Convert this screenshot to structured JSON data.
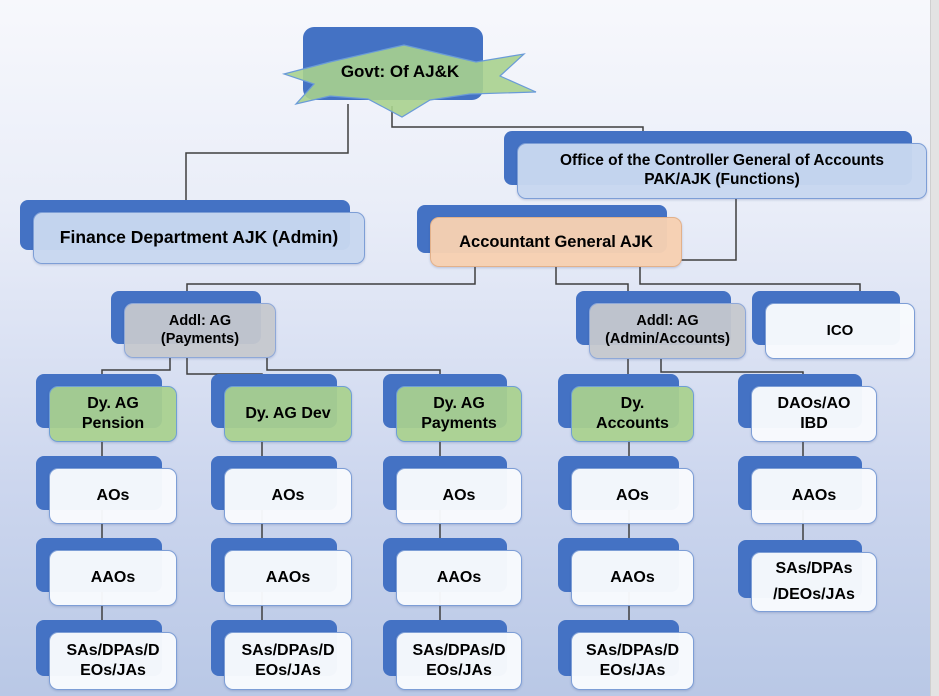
{
  "title": "Government of AJ&K Accounts Organization Chart",
  "colors": {
    "shadow_blue": "#4472c4",
    "light_blue_fill": "#c7d7f0",
    "peach_fill": "#f6cfb2",
    "gray_fill": "#c6c8cd",
    "green_fill": "#a9d18e",
    "white_fill": "#f8fafd",
    "banner_green": "#a9d18e",
    "connector": "#3f3f3f",
    "background_top": "#f7f8fc",
    "background_bottom": "#b9c8e6"
  },
  "nodes": {
    "govt": {
      "label": "Govt: Of AJ&K"
    },
    "office_cga": {
      "line1": "Office of the Controller General of Accounts",
      "line2": "PAK/AJK (Functions)"
    },
    "finance": {
      "label": "Finance Department AJK (Admin)"
    },
    "ag": {
      "label": "Accountant General AJK"
    },
    "addl_payments": {
      "line1": "Addl: AG",
      "line2": "(Payments)"
    },
    "addl_admin": {
      "line1": "Addl: AG",
      "line2": "(Admin/Accounts)"
    },
    "ico": {
      "label": "ICO"
    },
    "dy_pension": {
      "line1": "Dy. AG",
      "line2": "Pension"
    },
    "dy_dev": {
      "label": "Dy. AG Dev"
    },
    "dy_payments": {
      "line1": "Dy. AG",
      "line2": "Payments"
    },
    "dy_accounts": {
      "line1": "Dy.",
      "line2": "Accounts"
    },
    "daos_ibd": {
      "line1": "DAOs/AO",
      "line2": "IBD"
    },
    "aos1": {
      "label": "AOs"
    },
    "aos2": {
      "label": "AOs"
    },
    "aos3": {
      "label": "AOs"
    },
    "aos4": {
      "label": "AOs"
    },
    "aaos1": {
      "label": "AAOs"
    },
    "aaos2": {
      "label": "AAOs"
    },
    "aaos3": {
      "label": "AAOs"
    },
    "aaos4": {
      "label": "AAOs"
    },
    "aaos5": {
      "label": "AAOs"
    },
    "sas1": {
      "line1": "SAs/DPAs/D",
      "line2": "EOs/JAs"
    },
    "sas2": {
      "line1": "SAs/DPAs/D",
      "line2": "EOs/JAs"
    },
    "sas3": {
      "line1": "SAs/DPAs/D",
      "line2": "EOs/JAs"
    },
    "sas4": {
      "line1": "SAs/DPAs/D",
      "line2": "EOs/JAs"
    },
    "sas5": {
      "line1": "SAs/DPAs",
      "line2": "/DEOs/JAs"
    }
  }
}
